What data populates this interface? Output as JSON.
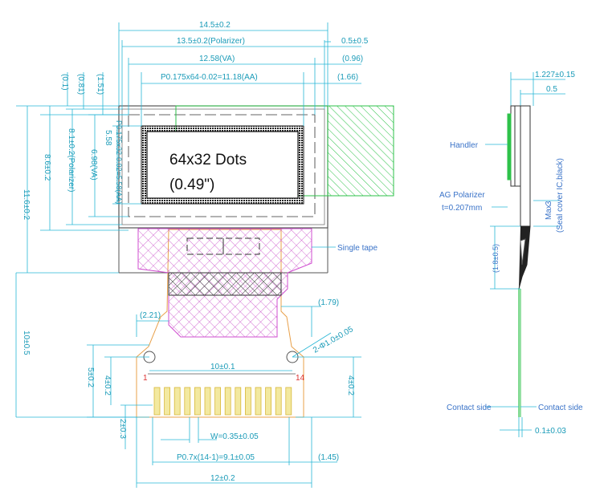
{
  "display": {
    "line1": "64x32 Dots",
    "line2": "(0.49\")"
  },
  "dims": {
    "total_width": "14.5±0.2",
    "polarizer_width": "13.5±0.2(Polarizer)",
    "va_width": "12.58(VA)",
    "aa_width": "P0.175x64-0.02=11.18(AA)",
    "right_05": "0.5±0.5",
    "right_096": "(0.96)",
    "right_166": "(1.66)",
    "v_01": "(0.1)",
    "v_081": "(0.81)",
    "v_151": "(1.51)",
    "total_height": "11.6±0.2",
    "polarizer_height": "8.6±0.2",
    "pol_height2": "8.1±0.2(Polarizer)",
    "va_height": "6.98(VA)",
    "aa_height": "5.58",
    "aa_height_full": "P0.175x32-0.02=5.58(AA)",
    "fpc_len": "10±0.5",
    "left_221": "(2.21)",
    "right_179": "(1.79)",
    "hole_pitch": "10±0.1",
    "hole_dia": "2-Φ1.0±0.05",
    "h_5": "5±0.2",
    "h_4l": "4±0.2",
    "h_4r": "4±0.2",
    "h_2": "2±0.3",
    "pin_w": "W=0.35±0.05",
    "pin_pitch": "P0.7x(14-1)=9.1±0.05",
    "right_145": "(1.45)",
    "fpc_width": "12±0.2",
    "pin1": "1",
    "pin14": "14"
  },
  "side": {
    "thick": "1.227±0.15",
    "t05": "0.5",
    "handler": "Handler",
    "ag_pol1": "AG Polarizer",
    "ag_pol2": "t=0.207mm",
    "seal": "(Seal cover IC,black)",
    "max": "Max",
    "dim3": "3",
    "thk_small": "(1.8±0.5)",
    "contact_left": "Contact side",
    "contact_right": "Contact side",
    "bottom": "0.1±0.03"
  },
  "labels": {
    "single_tape": "Single tape"
  },
  "colors": {
    "dimension": "#27b6d6",
    "outline": "#2ec24a",
    "tape": "#d04fd0",
    "fpc": "#e8a04a"
  }
}
